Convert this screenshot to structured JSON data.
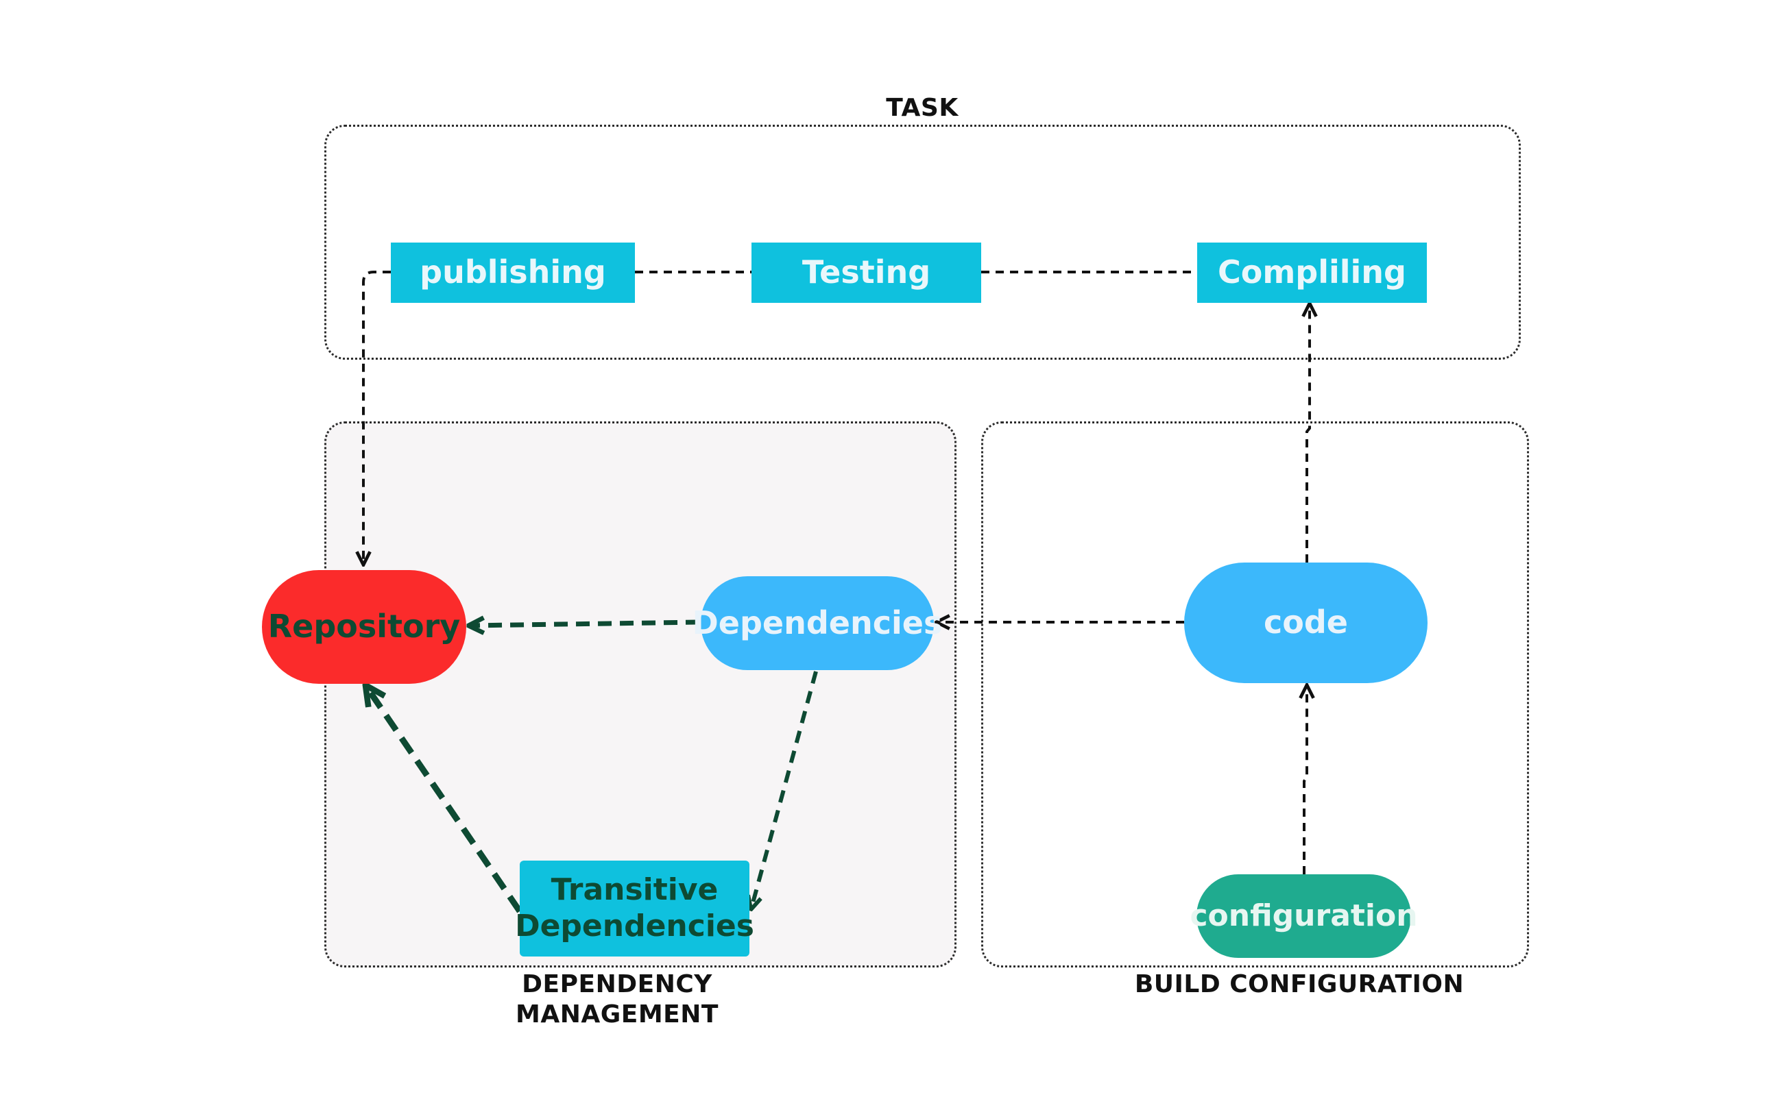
{
  "groups": {
    "task": "TASK",
    "dependency_management": [
      "DEPENDENCY",
      "MANAGEMENT"
    ],
    "build_configuration": "BUILD CONFIGURATION"
  },
  "nodes": {
    "publishing": "publishing",
    "testing": "Testing",
    "compiling": "Compliling",
    "repository": "Repository",
    "dependencies": "Dependencies",
    "code": "code",
    "transitive": [
      "Transitive",
      "Dependencies"
    ],
    "configuration": "configuration"
  },
  "edges": [
    {
      "from": "publishing",
      "to": "testing",
      "style": "dashed",
      "arrow": false
    },
    {
      "from": "testing",
      "to": "compiling",
      "style": "dashed",
      "arrow": false
    },
    {
      "from": "publishing",
      "to": "repository",
      "style": "dashed",
      "arrow": true
    },
    {
      "from": "code",
      "to": "compiling",
      "style": "dashed",
      "arrow": true
    },
    {
      "from": "code",
      "to": "dependencies",
      "style": "dashed",
      "arrow": true
    },
    {
      "from": "configuration",
      "to": "code",
      "style": "dashed",
      "arrow": true
    },
    {
      "from": "dependencies",
      "to": "repository",
      "style": "bold-dashed",
      "arrow": true
    },
    {
      "from": "dependencies",
      "to": "transitive",
      "style": "bold-dashed",
      "arrow": true
    },
    {
      "from": "transitive",
      "to": "repository",
      "style": "bold-dashed",
      "arrow": true
    }
  ],
  "colors": {
    "cyan": "#0fc1de",
    "blue": "#3cb8fb",
    "red": "#fb2b2b",
    "teal": "#1fab8f",
    "dark_green": "#0e4a33",
    "black_edge": "#111111"
  }
}
